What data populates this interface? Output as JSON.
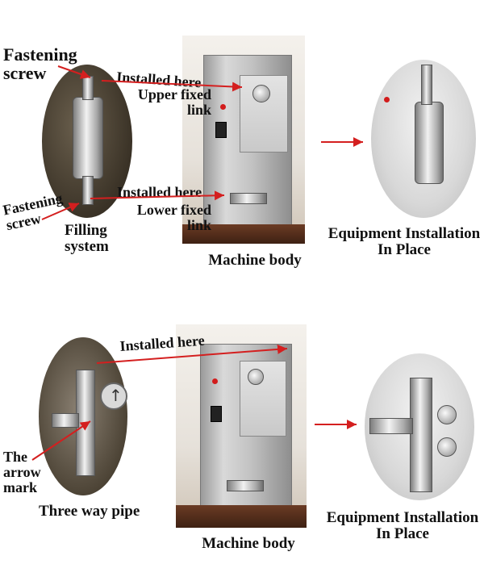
{
  "top": {
    "fastening_screw_top": "Fastening screw",
    "fastening_screw_bottom": "Fastening screw",
    "installed_upper": "Installed here",
    "upper_link": "Upper fixed link",
    "installed_lower": "Installed here",
    "lower_link": "Lower fixed link",
    "filling_system": "Filling system",
    "machine_body": "Machine body",
    "equipment_installation": "Equipment Installation In Place"
  },
  "bottom": {
    "installed_here": "Installed here",
    "arrow_mark": "The arrow mark",
    "three_way_pipe": "Three way pipe",
    "machine_body": "Machine body",
    "equipment_installation": "Equipment Installation In Place"
  },
  "colors": {
    "arrow": "#d41f1f",
    "label": "#111111",
    "steel": "#c8c8c8"
  }
}
